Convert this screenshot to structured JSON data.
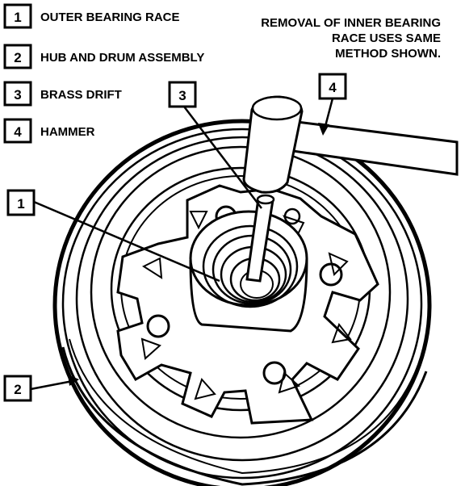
{
  "legend": [
    {
      "number": "1",
      "label": "OUTER BEARING RACE"
    },
    {
      "number": "2",
      "label": "HUB AND DRUM ASSEMBLY"
    },
    {
      "number": "3",
      "label": "BRASS DRIFT"
    },
    {
      "number": "4",
      "label": "HAMMER"
    }
  ],
  "note": {
    "line1": "REMOVAL OF INNER BEARING",
    "line2": "RACE USES SAME",
    "line3": "METHOD SHOWN."
  },
  "callouts": {
    "c1": "1",
    "c2": "2",
    "c3": "3",
    "c4": "4"
  }
}
